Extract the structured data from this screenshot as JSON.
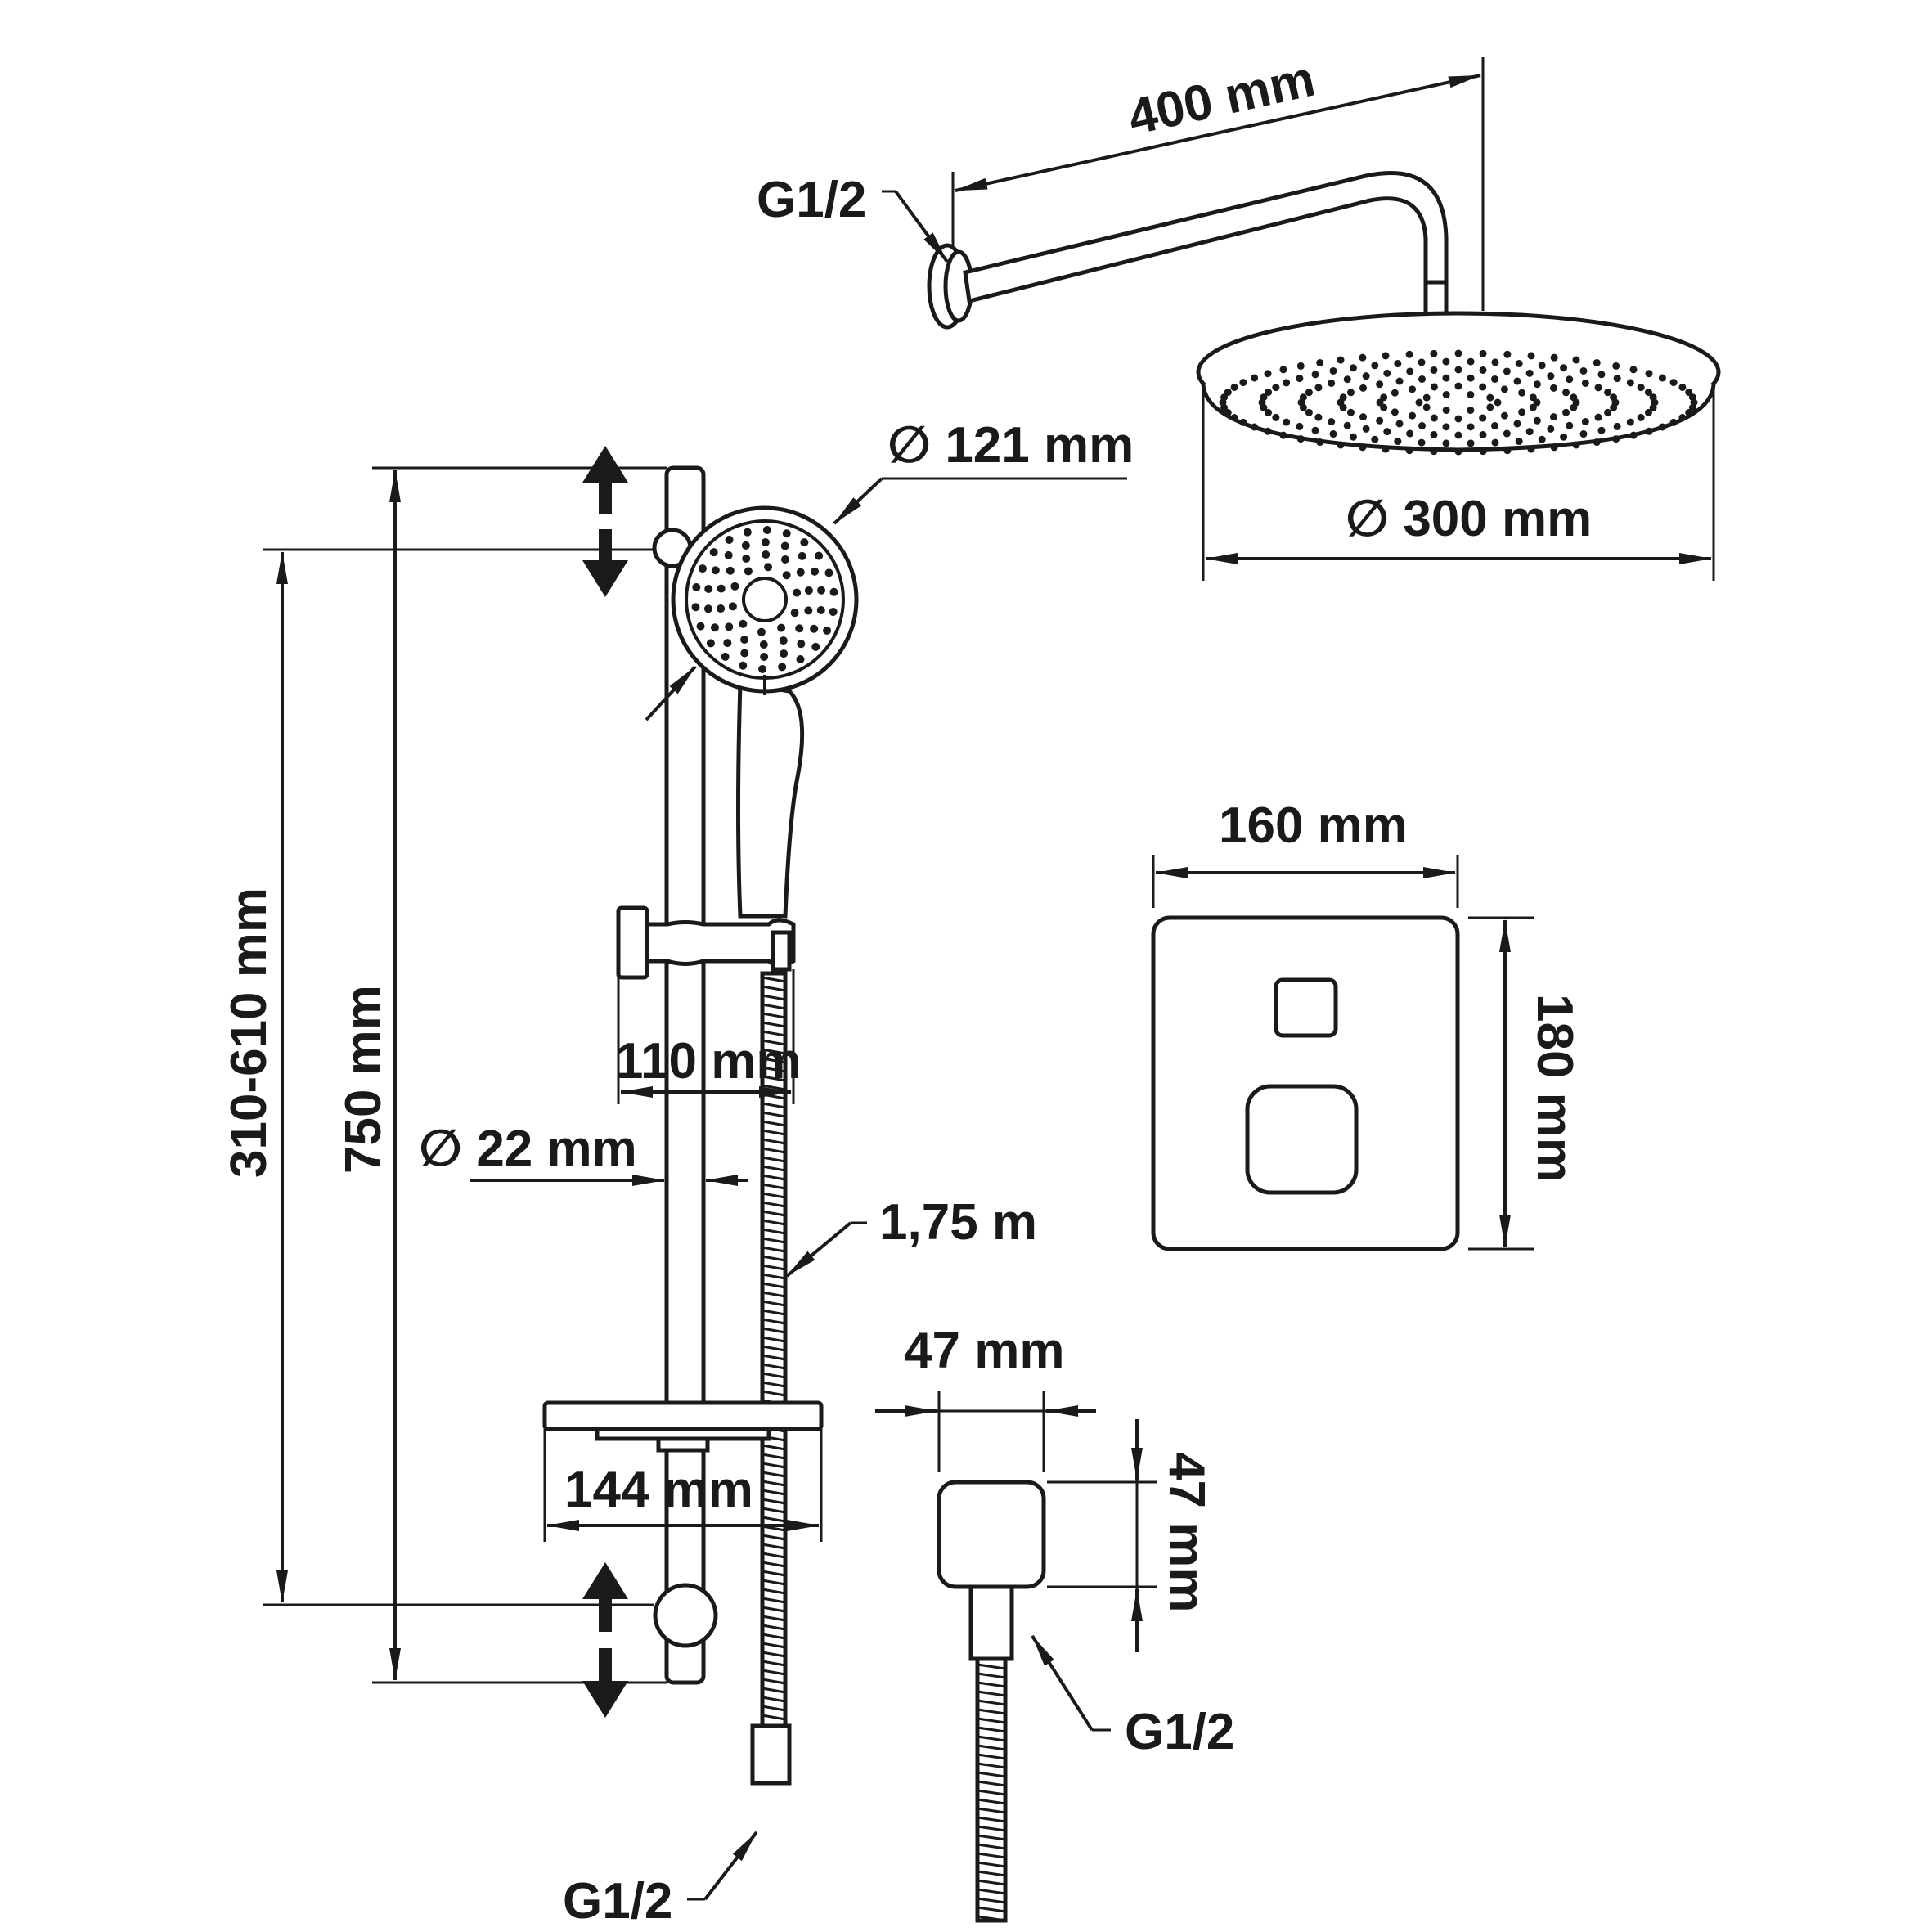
{
  "dimensions": {
    "arm_length": "400 mm",
    "head_diameter": "∅ 300 mm",
    "hand_shower_diameter": "∅ 121 mm",
    "rail_diameter": "∅ 22 mm",
    "rail_length": "750 mm",
    "bracket_range": "310-610 mm",
    "slider_width": "110 mm",
    "soap_dish_width": "144 mm",
    "hose_length": "1,75 m",
    "plate_width": "160 mm",
    "plate_height": "180 mm",
    "outlet_width": "47 mm",
    "outlet_height": "47 mm"
  },
  "threads": {
    "arm_connection": "G1/2",
    "hose_connection": "G1/2",
    "outlet_connection": "G1/2"
  }
}
